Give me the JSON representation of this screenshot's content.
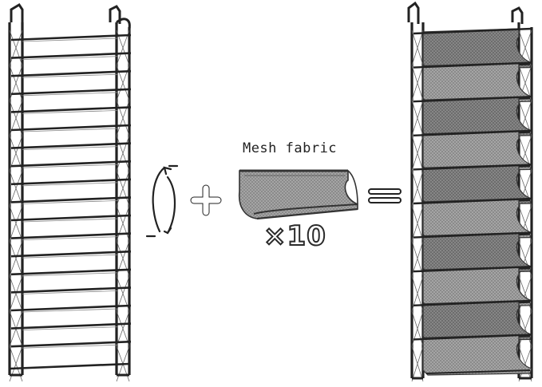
{
  "labels": {
    "fabric": "Mesh fabric",
    "quantity": "×10"
  },
  "icons": {
    "rotate": "rotate-arrows-icon",
    "plus": "plus-icon",
    "equals": "equals-icon"
  },
  "colors": {
    "frame": "#222222",
    "mesh": "#9a9a9a",
    "mesh_dark": "#6f6f6f",
    "mesh_light": "#c9c9c9",
    "background": "#ffffff"
  },
  "rack": {
    "rungs": 18,
    "pockets": 10
  }
}
